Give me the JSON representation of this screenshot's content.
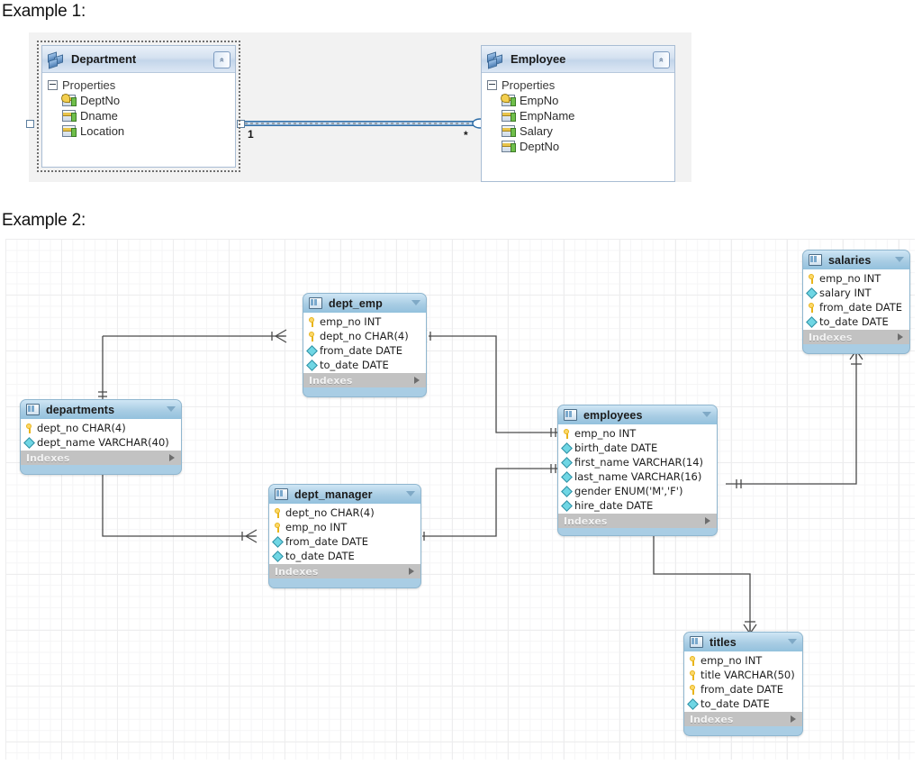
{
  "headings": {
    "example1": "Example 1:",
    "example2": "Example 2:"
  },
  "example1": {
    "style": "visual-studio-class-diagram",
    "group_label": "Properties",
    "collapse_glyph": "«",
    "entities": [
      {
        "name": "Department",
        "selected": true,
        "properties": [
          {
            "name": "DeptNo",
            "key": true
          },
          {
            "name": "Dname",
            "key": false
          },
          {
            "name": "Location",
            "key": false
          }
        ]
      },
      {
        "name": "Employee",
        "selected": false,
        "properties": [
          {
            "name": "EmpNo",
            "key": true
          },
          {
            "name": "EmpName",
            "key": false
          },
          {
            "name": "Salary",
            "key": false
          },
          {
            "name": "DeptNo",
            "key": false
          }
        ]
      }
    ],
    "association": {
      "from": "Department",
      "to": "Employee",
      "source_multiplicity": "1",
      "target_multiplicity": "*",
      "line_color": "#2f6ea8"
    }
  },
  "example2": {
    "style": "mysql-workbench-eer-diagram",
    "indexes_label": "Indexes",
    "tables": [
      {
        "id": "salaries",
        "name": "salaries",
        "columns": [
          {
            "name": "emp_no INT",
            "pk": true
          },
          {
            "name": "salary INT",
            "pk": false
          },
          {
            "name": "from_date DATE",
            "pk": true
          },
          {
            "name": "to_date DATE",
            "pk": false
          }
        ]
      },
      {
        "id": "dept_emp",
        "name": "dept_emp",
        "columns": [
          {
            "name": "emp_no INT",
            "pk": true
          },
          {
            "name": "dept_no CHAR(4)",
            "pk": true
          },
          {
            "name": "from_date DATE",
            "pk": false
          },
          {
            "name": "to_date DATE",
            "pk": false
          }
        ]
      },
      {
        "id": "departments",
        "name": "departments",
        "columns": [
          {
            "name": "dept_no CHAR(4)",
            "pk": true
          },
          {
            "name": "dept_name VARCHAR(40)",
            "pk": false
          }
        ]
      },
      {
        "id": "employees",
        "name": "employees",
        "columns": [
          {
            "name": "emp_no INT",
            "pk": true
          },
          {
            "name": "birth_date DATE",
            "pk": false
          },
          {
            "name": "first_name VARCHAR(14)",
            "pk": false
          },
          {
            "name": "last_name VARCHAR(16)",
            "pk": false
          },
          {
            "name": "gender ENUM('M','F')",
            "pk": false
          },
          {
            "name": "hire_date DATE",
            "pk": false
          }
        ]
      },
      {
        "id": "dept_manager",
        "name": "dept_manager",
        "columns": [
          {
            "name": "dept_no CHAR(4)",
            "pk": true
          },
          {
            "name": "emp_no INT",
            "pk": true
          },
          {
            "name": "from_date DATE",
            "pk": false
          },
          {
            "name": "to_date DATE",
            "pk": false
          }
        ]
      },
      {
        "id": "titles",
        "name": "titles",
        "columns": [
          {
            "name": "emp_no INT",
            "pk": true
          },
          {
            "name": "title VARCHAR(50)",
            "pk": true
          },
          {
            "name": "from_date DATE",
            "pk": true
          },
          {
            "name": "to_date DATE",
            "pk": false
          }
        ]
      }
    ],
    "relationships": [
      {
        "from": "departments",
        "to": "dept_emp",
        "type": "one-to-many"
      },
      {
        "from": "employees",
        "to": "dept_emp",
        "type": "one-to-many"
      },
      {
        "from": "departments",
        "to": "dept_manager",
        "type": "one-to-many"
      },
      {
        "from": "employees",
        "to": "dept_manager",
        "type": "one-to-many"
      },
      {
        "from": "employees",
        "to": "salaries",
        "type": "one-to-many"
      },
      {
        "from": "employees",
        "to": "titles",
        "type": "one-to-many"
      }
    ],
    "colors": {
      "table_header": "#a9cde4",
      "table_body": "#ffffff",
      "indexes_bar": "#c2c2c2",
      "pk_icon": "#fcd86a",
      "column_icon": "#6fd6e4",
      "connector": "#4a4a4a",
      "grid": "#ededee"
    }
  }
}
